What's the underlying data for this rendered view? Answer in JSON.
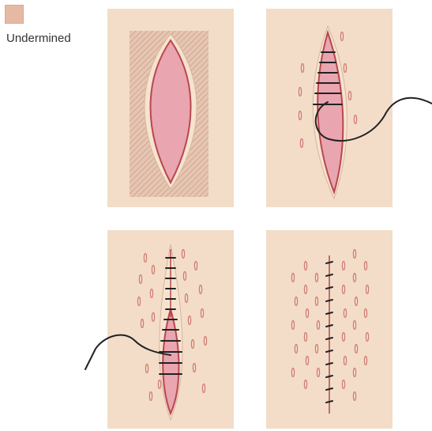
{
  "legend": {
    "label": "Undermined",
    "swatch_color": "#e5b9a4"
  },
  "colors": {
    "skin": "#f3ddc9",
    "skin_edge": "#ead0ba",
    "wound": "#e9a5b0",
    "wound_edge": "#b8474d",
    "undermined_hatch": "#c9a08a",
    "suture": "#222222"
  },
  "panels": [
    {
      "id": "panel-1",
      "step": "undermined-wound"
    },
    {
      "id": "panel-2",
      "step": "suturing-begins"
    },
    {
      "id": "panel-3",
      "step": "suturing-continues"
    },
    {
      "id": "panel-4",
      "step": "wound-closed"
    }
  ]
}
